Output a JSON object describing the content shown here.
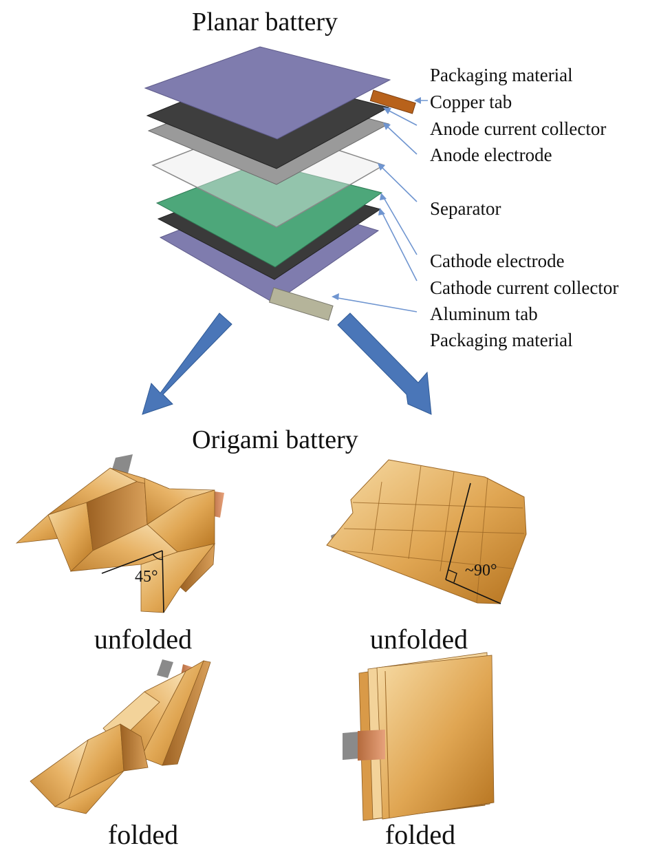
{
  "titles": {
    "planar": "Planar battery",
    "origami": "Origami battery"
  },
  "layer_labels": [
    "Packaging material",
    "Copper tab",
    "Anode current collector",
    "Anode electrode",
    "Separator",
    "Cathode electrode",
    "Cathode current collector",
    "Aluminum tab",
    "Packaging material"
  ],
  "angles": {
    "left": "45°",
    "right": "~90°"
  },
  "captions": {
    "left_unfolded": "unfolded",
    "right_unfolded": "unfolded",
    "left_folded": "folded",
    "right_folded": "folded"
  },
  "colors": {
    "packaging": "#7f7cae",
    "copper_tab": "#b8621b",
    "anode_collector": "#3e3e3e",
    "anode_electrode": "#9a9a9a",
    "separator": "#e9e9e9",
    "cathode_electrode": "#4da77a",
    "cathode_collector": "#3a3a3a",
    "aluminum_tab": "#b5b49a",
    "arrow_blue": "#4a76b8",
    "leader_line": "#6f95d0",
    "origami_light": "#f6d9a0",
    "origami_dark": "#c07e2c"
  }
}
